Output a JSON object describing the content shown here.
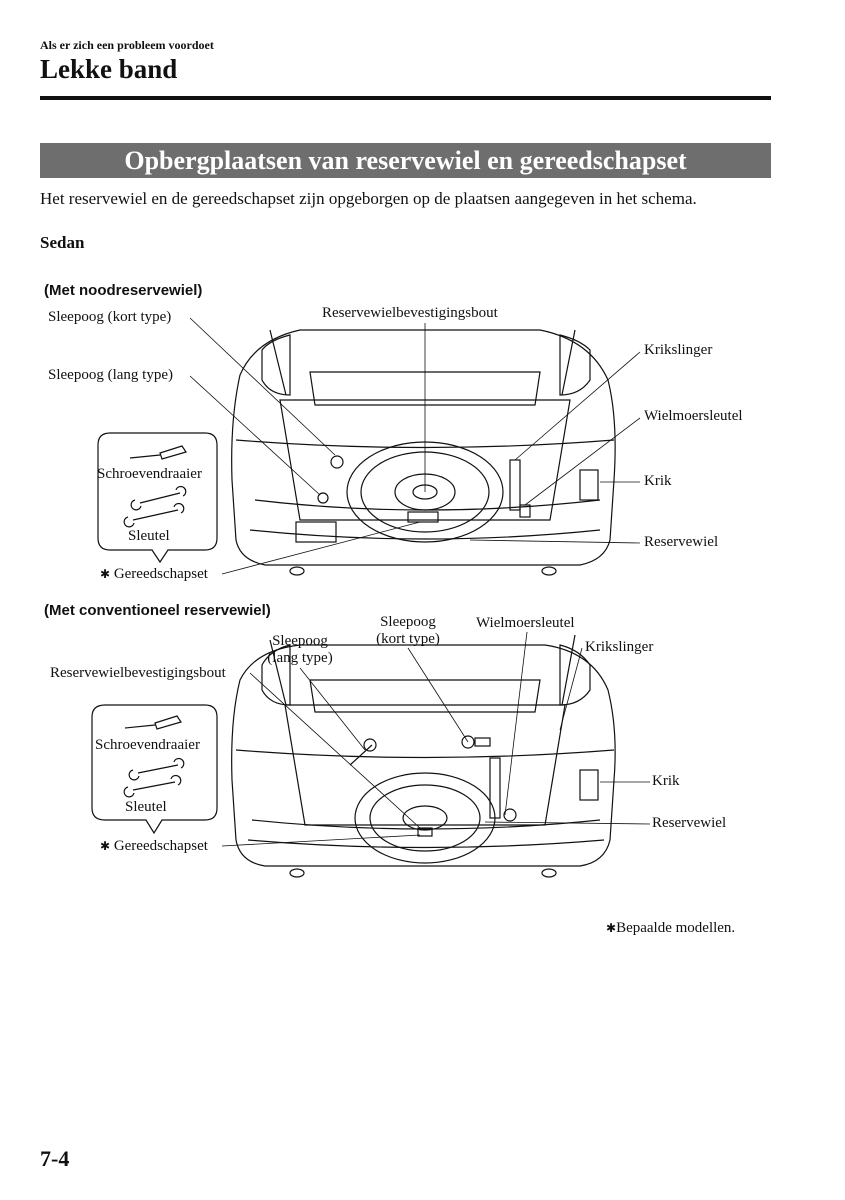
{
  "header": {
    "running_head": "Als er zich een probleem voordoet",
    "title": "Lekke band"
  },
  "section": {
    "title": "Opbergplaatsen van reservewiel en gereedschapset",
    "intro": "Het reservewiel en de gereedschapset zijn opgeborgen op de plaatsen aangegeven in het schema.",
    "subheading": "Sedan"
  },
  "diagram1": {
    "heading": "(Met noodreservewiel)",
    "labels": {
      "sleepoog_kort": "Sleepoog (kort type)",
      "sleepoog_lang": "Sleepoog (lang type)",
      "bout": "Reservewielbevestigingsbout",
      "krikslinger": "Krikslinger",
      "wielmoersleutel": "Wielmoersleutel",
      "krik": "Krik",
      "reservewiel": "Reservewiel",
      "schroevendraaier": "Schroevendraaier",
      "sleutel": "Sleutel",
      "gereedschapset": "Gereedschapset"
    }
  },
  "diagram2": {
    "heading": "(Met conventioneel reservewiel)",
    "labels": {
      "sleepoog_kort_1": "Sleepoog",
      "sleepoog_kort_2": "(kort type)",
      "sleepoog_lang_1": "Sleepoog",
      "sleepoog_lang_2": "(lang type)",
      "wielmoersleutel": "Wielmoersleutel",
      "krikslinger": "Krikslinger",
      "bout": "Reservewielbevestigingsbout",
      "krik": "Krik",
      "reservewiel": "Reservewiel",
      "schroevendraaier": "Schroevendraaier",
      "sleutel": "Sleutel",
      "gereedschapset": "Gereedschapset"
    }
  },
  "footnote": "Bepaalde modellen.",
  "asterisk": "✱",
  "page_number": "7-4"
}
